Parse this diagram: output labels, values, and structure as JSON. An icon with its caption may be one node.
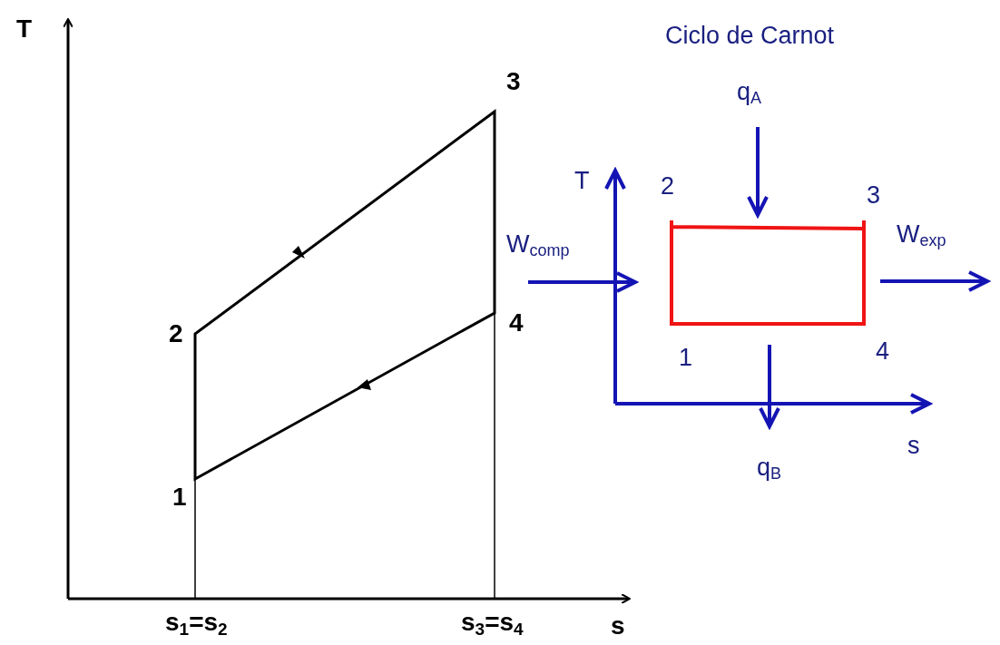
{
  "diagram": {
    "title": "Ciclo de Carnot",
    "labels": [
      "T",
      "3",
      "2",
      "4",
      "1",
      "s$_{1}$=s$_{2}$",
      "s$_{3}$=s$_{4}$",
      "s",
      "q$_{A}$",
      "T",
      "2",
      "3",
      "W$_{comp}$",
      "W$_{exp}$",
      "1",
      "4",
      "s",
      "q$_{B}$"
    ]
  }
}
